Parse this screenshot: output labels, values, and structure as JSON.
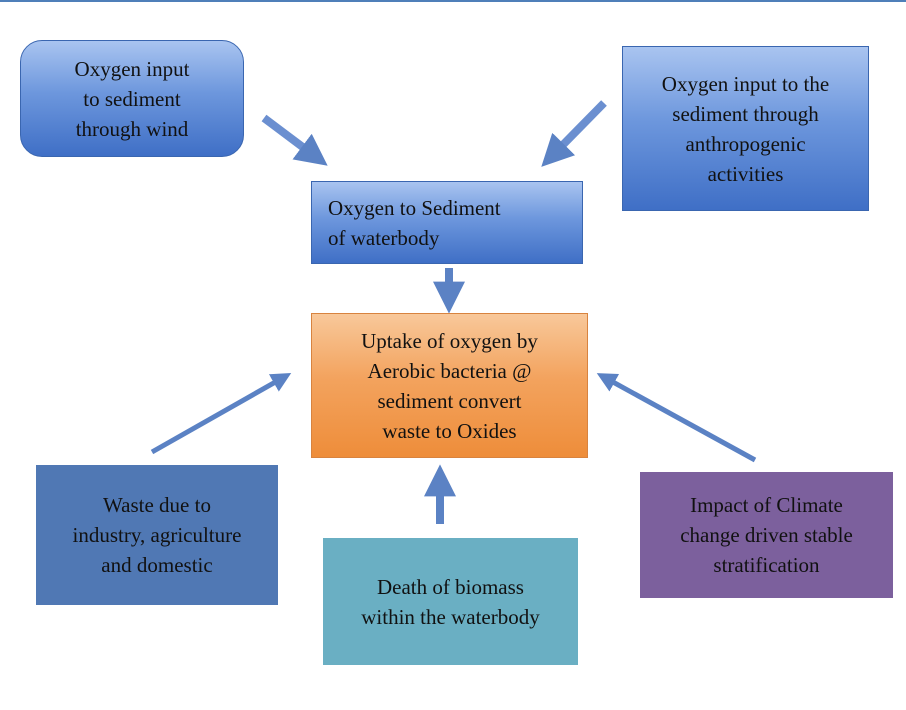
{
  "diagram": {
    "nodes": {
      "wind": "Oxygen input\nto sediment\nthrough wind",
      "anthropogenic": "Oxygen input to the\nsediment through\nanthropogenic\nactivities",
      "sediment": "Oxygen to Sediment\nof waterbody",
      "uptake": "Uptake of oxygen by\nAerobic bacteria @\nsediment convert\nwaste to Oxides",
      "waste": "Waste due to\nindustry, agriculture\nand domestic",
      "death": "Death of biomass\nwithin the waterbody",
      "climate": "Impact of Climate\nchange driven stable\nstratification"
    },
    "colors": {
      "blue_box": "#6d97dd",
      "orange_box": "#f3a35e",
      "waste_box": "#5078b4",
      "death_box": "#6aafc3",
      "climate_box": "#7c609d",
      "arrow": "#5b82c4"
    }
  }
}
